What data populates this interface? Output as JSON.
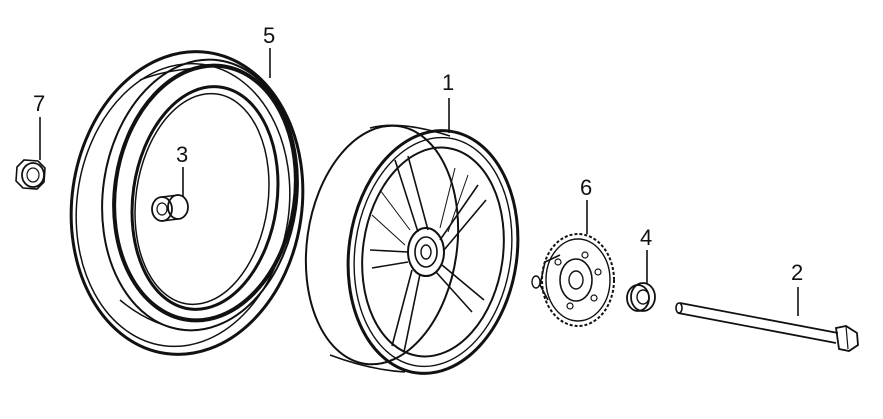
{
  "callouts": {
    "part1": "1",
    "part2": "2",
    "part3": "3",
    "part4": "4",
    "part5": "5",
    "part6": "6",
    "part7": "7"
  },
  "colors": {
    "ink": "#111111",
    "background": "#ffffff"
  }
}
